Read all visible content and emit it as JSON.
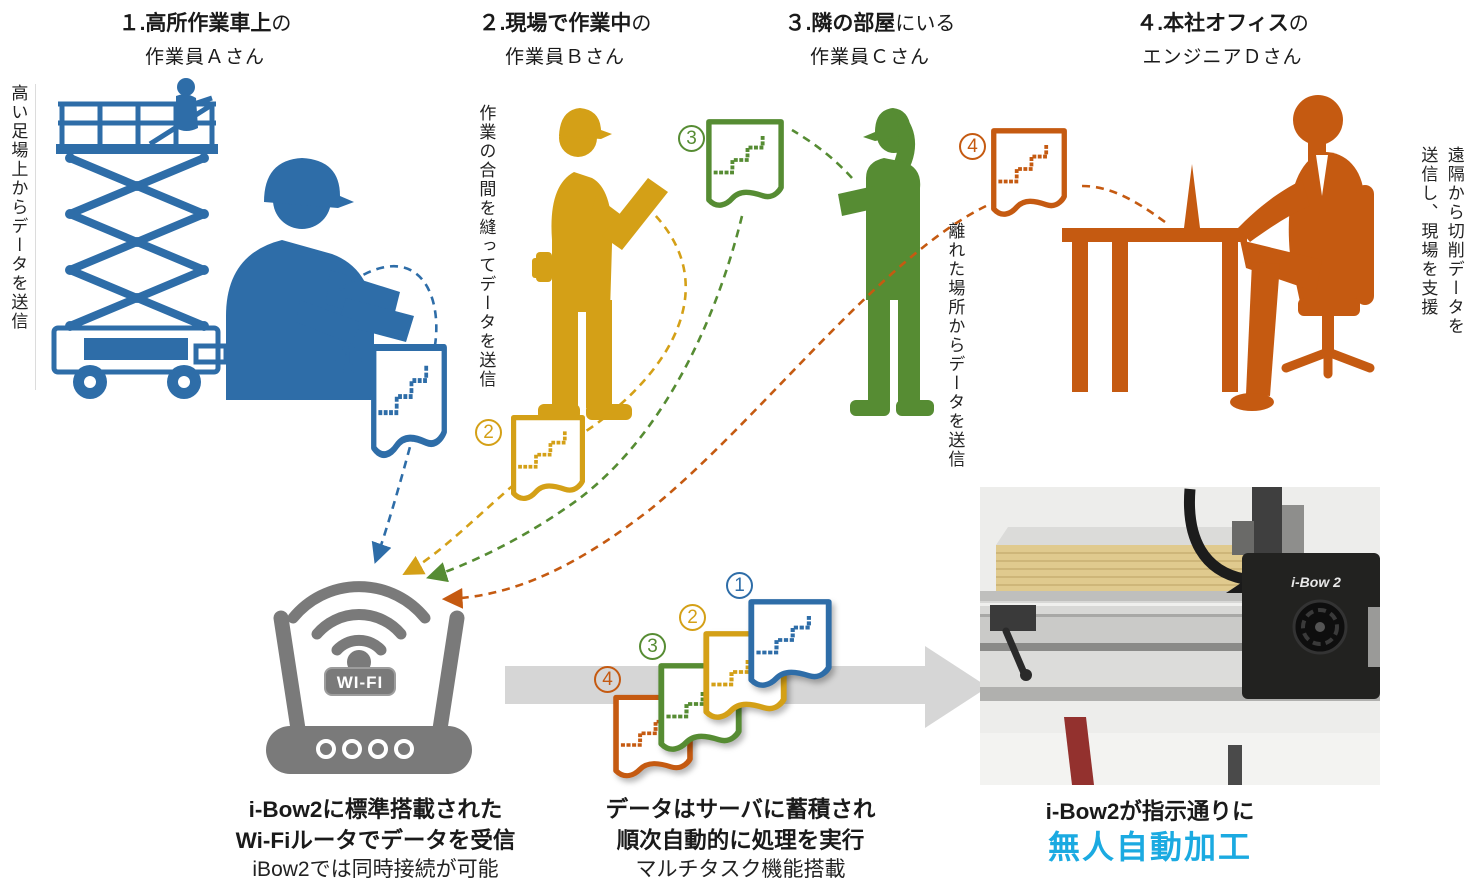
{
  "sections": [
    {
      "number": "1",
      "title_bold": "１.高所作業車上",
      "title_tail": "の",
      "subtitle": "作業員Ａさん",
      "side_note": "高い足場上からデータを送信",
      "color": "#2E6DA8"
    },
    {
      "number": "2",
      "title_bold": "２.現場で作業中",
      "title_tail": "の",
      "subtitle": "作業員Ｂさん",
      "side_note": "作業の合間を縫ってデータを送信",
      "color": "#D4A017"
    },
    {
      "number": "3",
      "title_bold": "３.隣の部屋",
      "title_tail": "にいる",
      "subtitle": "作業員Ｃさん",
      "side_note": "離れた場所からデータを送信",
      "color": "#568C33"
    },
    {
      "number": "4",
      "title_bold": "４.本社オフィス",
      "title_tail": "の",
      "subtitle": "エンジニアＤさん",
      "side_note": "遠隔から切削データを\n送信し、現場を支援",
      "color": "#C55A11"
    }
  ],
  "router": {
    "label": "WI-FI",
    "caption": {
      "line1": "i-Bow2に標準搭載された",
      "line2": "Wi-Fiルータでデータを受信",
      "line3": "iBow2では同時接続が可能"
    }
  },
  "server_caption": {
    "line1": "データはサーバに蓄積され",
    "line2": "順次自動的に処理を実行",
    "line3": "マルチタスク機能搭載"
  },
  "machine": {
    "brand": "i-Bow 2",
    "caption_line1": "i-Bow2が指示通りに",
    "caption_line2": "無人自動加工",
    "highlight_color": "#1BAAE1"
  },
  "colors": {
    "worker_a_blue": "#2E6DA8",
    "worker_b_gold": "#D4A017",
    "worker_c_green": "#568C33",
    "engineer_d_orange": "#C55A11",
    "router_gray": "#7A7A7A",
    "process_arrow_gray": "#D6D6D6"
  }
}
